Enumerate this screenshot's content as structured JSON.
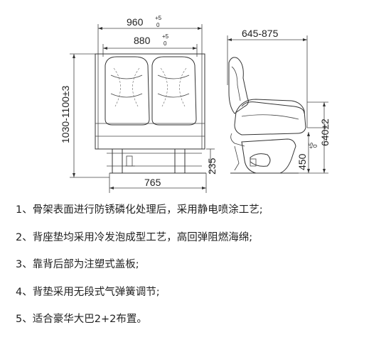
{
  "drawing": {
    "front_width_main": "960",
    "front_width_main_tol_upper": "+5",
    "front_width_main_tol_lower": "0",
    "front_width_inner": "880",
    "front_width_inner_tol_upper": "+5",
    "front_width_inner_tol_lower": "0",
    "total_height": "1030-1100±3",
    "leg_height": "235",
    "base_width": "765",
    "side_depth": "645-875",
    "seat_height_total": "640±2",
    "seat_height": "450",
    "seat_height_tol_upper": "+5",
    "seat_height_tol_lower": "0"
  },
  "notes": [
    "1、骨架表面进行防锈磷化处理后，采用静电喷涂工艺;",
    "2、背座垫均采用冷发泡成型工艺，高回弹阻燃海绵;",
    "3、靠背后部为注塑式盖板;",
    "4、背垫采用无段式气弹簧调节;",
    "5、适合豪华大巴2+2布置。"
  ]
}
